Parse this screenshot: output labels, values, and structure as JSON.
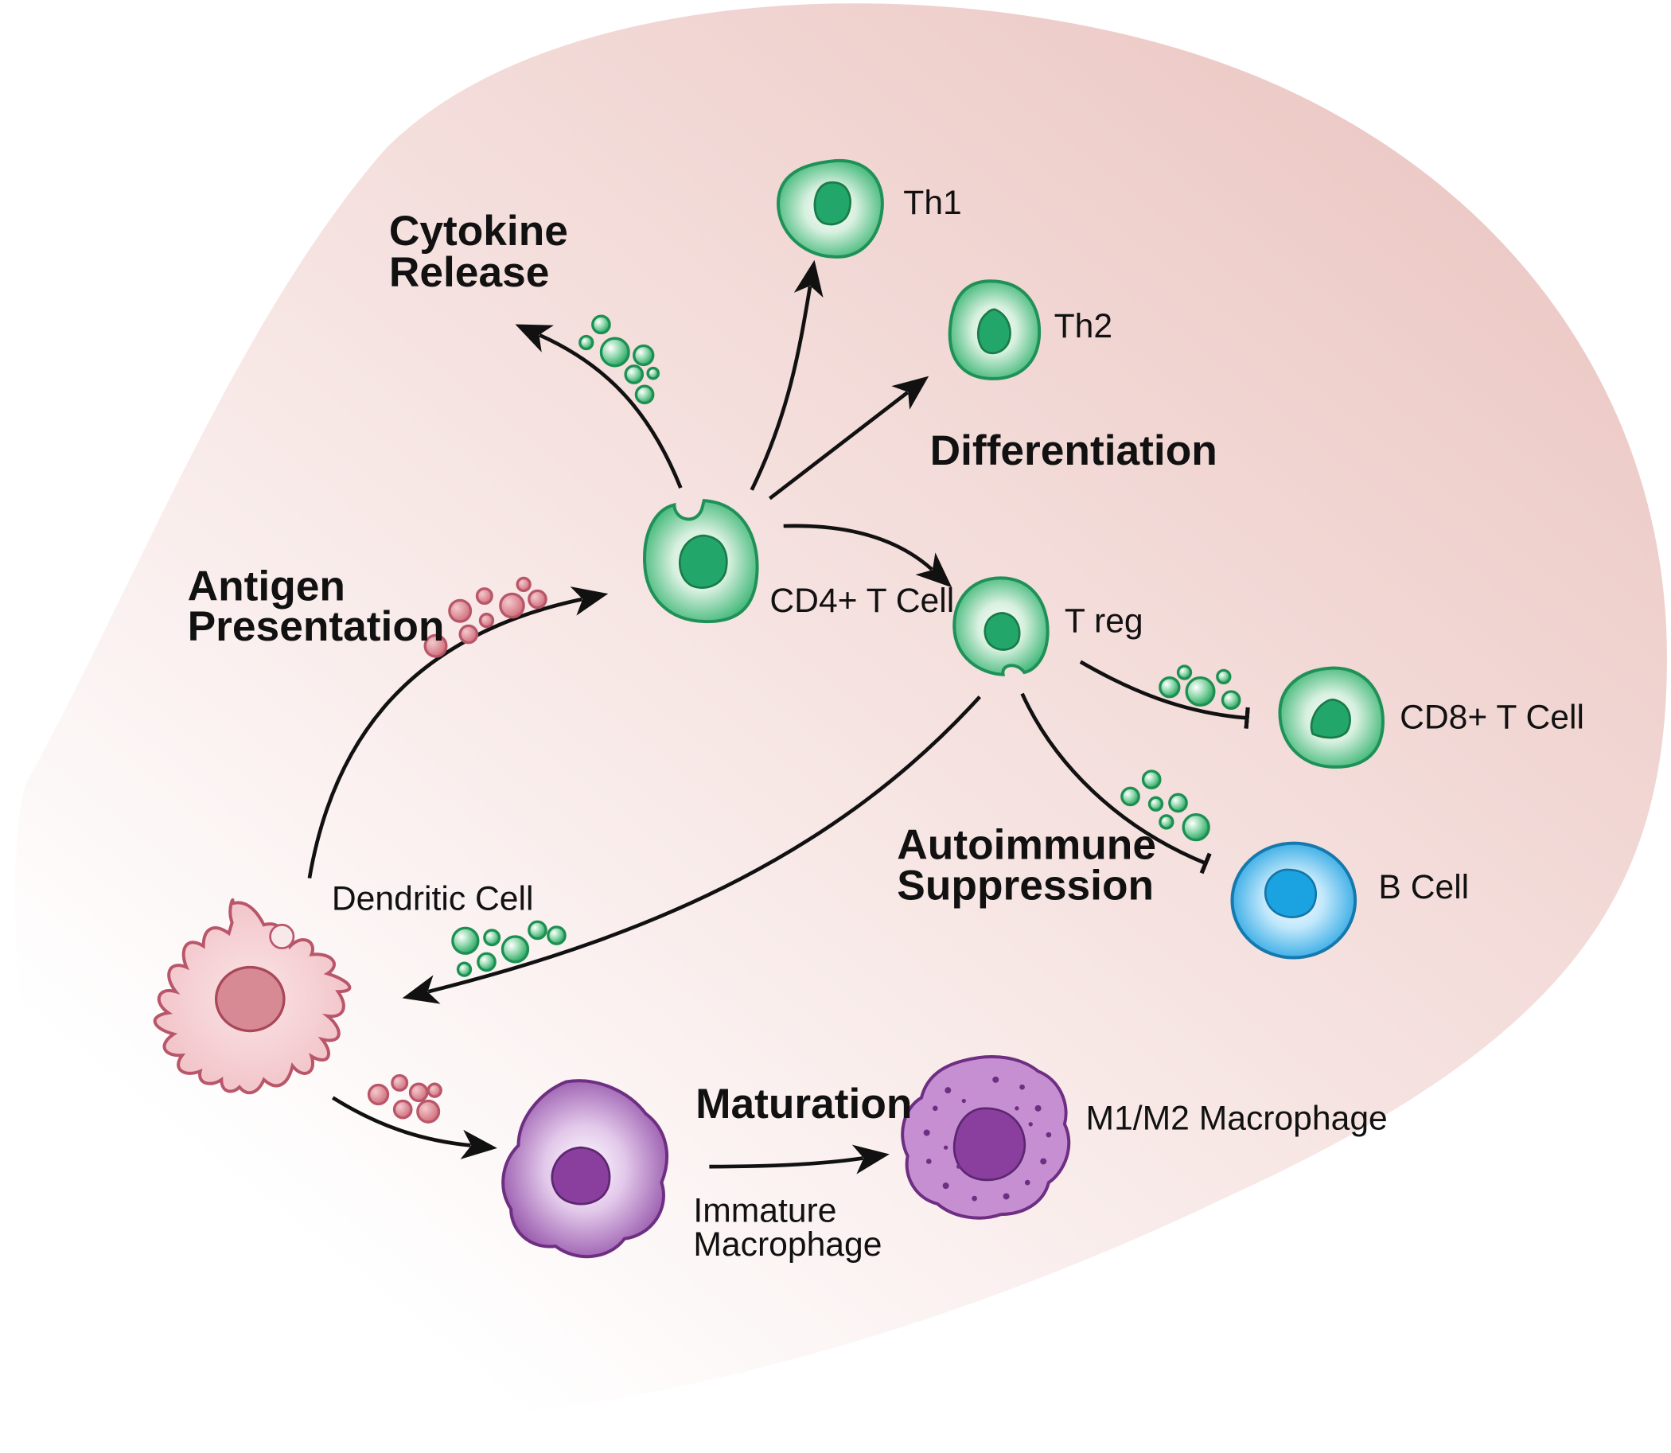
{
  "process_labels": {
    "cytokine_release": [
      "Cytokine",
      "Release"
    ],
    "differentiation": "Differentiation",
    "antigen_presentation": [
      "Antigen",
      "Presentation"
    ],
    "autoimmune_suppression": [
      "Autoimmune",
      "Suppression"
    ],
    "maturation": "Maturation"
  },
  "cells": {
    "th1": "Th1",
    "th2": "Th2",
    "cd4_t_cell": "CD4+ T Cell",
    "treg": "T reg",
    "cd8_t_cell": "CD8+ T Cell",
    "b_cell": "B Cell",
    "dendritic_cell": "Dendritic Cell",
    "immature_macrophage": [
      "Immature",
      "Macrophage"
    ],
    "m1_m2_macrophage": "M1/M2 Macrophage"
  },
  "colors": {
    "t_cell_green": "#2fae68",
    "t_cell_nucleus": "#23a66a",
    "b_cell_blue": "#1aa3e0",
    "dendritic_pink": "#e9a7ad",
    "macrophage_purple": "#8a3e9e",
    "background_tint": "#ecc8c4"
  }
}
